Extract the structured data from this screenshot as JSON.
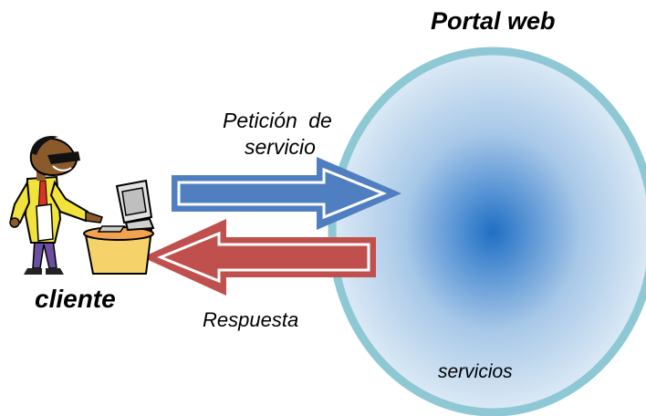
{
  "diagram": {
    "portal_title": "Portal web",
    "request_label_line1": "Petición de",
    "request_label_line2": "servicio",
    "client_label": "cliente",
    "response_label": "Respuesta",
    "services_label": "servicios"
  },
  "colors": {
    "portal_border": "#8fc8d5",
    "portal_center": "#1f6fc4",
    "portal_edge": "#dceaf5",
    "request_arrow": "#4f7fc0",
    "response_arrow": "#c0504d"
  },
  "icons": {
    "client": "person-at-computer-icon"
  }
}
